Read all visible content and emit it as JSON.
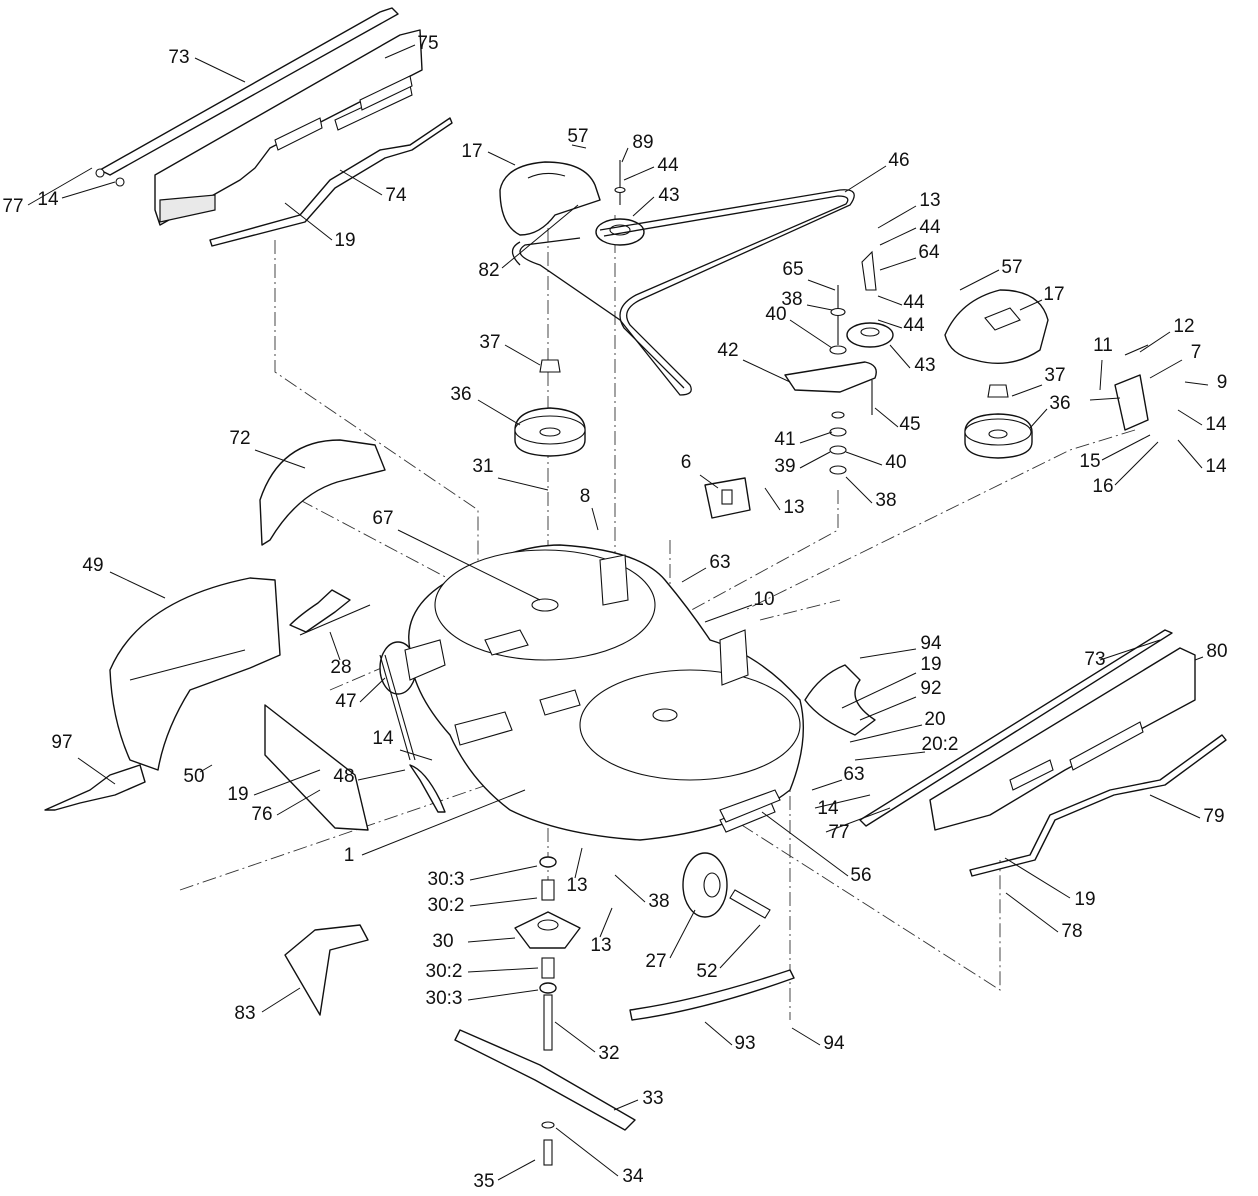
{
  "diagram": {
    "type": "exploded parts diagram",
    "callouts": [
      {
        "label": "73"
      },
      {
        "label": "75"
      },
      {
        "label": "77"
      },
      {
        "label": "14"
      },
      {
        "label": "74"
      },
      {
        "label": "19"
      },
      {
        "label": "57"
      },
      {
        "label": "89"
      },
      {
        "label": "17"
      },
      {
        "label": "44"
      },
      {
        "label": "43"
      },
      {
        "label": "82"
      },
      {
        "label": "46"
      },
      {
        "label": "13"
      },
      {
        "label": "44"
      },
      {
        "label": "64"
      },
      {
        "label": "65"
      },
      {
        "label": "57"
      },
      {
        "label": "17"
      },
      {
        "label": "38"
      },
      {
        "label": "44"
      },
      {
        "label": "44"
      },
      {
        "label": "40"
      },
      {
        "label": "12"
      },
      {
        "label": "37"
      },
      {
        "label": "42"
      },
      {
        "label": "43"
      },
      {
        "label": "11"
      },
      {
        "label": "7"
      },
      {
        "label": "37"
      },
      {
        "label": "9"
      },
      {
        "label": "36"
      },
      {
        "label": "36"
      },
      {
        "label": "45"
      },
      {
        "label": "14"
      },
      {
        "label": "72"
      },
      {
        "label": "41"
      },
      {
        "label": "40"
      },
      {
        "label": "15"
      },
      {
        "label": "14"
      },
      {
        "label": "39"
      },
      {
        "label": "6"
      },
      {
        "label": "16"
      },
      {
        "label": "31"
      },
      {
        "label": "38"
      },
      {
        "label": "8"
      },
      {
        "label": "13"
      },
      {
        "label": "67"
      },
      {
        "label": "49"
      },
      {
        "label": "63"
      },
      {
        "label": "10"
      },
      {
        "label": "28"
      },
      {
        "label": "94"
      },
      {
        "label": "73"
      },
      {
        "label": "80"
      },
      {
        "label": "19"
      },
      {
        "label": "92"
      },
      {
        "label": "47"
      },
      {
        "label": "14"
      },
      {
        "label": "20"
      },
      {
        "label": "97"
      },
      {
        "label": "20:2"
      },
      {
        "label": "50"
      },
      {
        "label": "48"
      },
      {
        "label": "19"
      },
      {
        "label": "63"
      },
      {
        "label": "14"
      },
      {
        "label": "79"
      },
      {
        "label": "76"
      },
      {
        "label": "77"
      },
      {
        "label": "1"
      },
      {
        "label": "30:3"
      },
      {
        "label": "13"
      },
      {
        "label": "56"
      },
      {
        "label": "19"
      },
      {
        "label": "30:2"
      },
      {
        "label": "38"
      },
      {
        "label": "30"
      },
      {
        "label": "13"
      },
      {
        "label": "78"
      },
      {
        "label": "30:2"
      },
      {
        "label": "27"
      },
      {
        "label": "52"
      },
      {
        "label": "83"
      },
      {
        "label": "30:3"
      },
      {
        "label": "93"
      },
      {
        "label": "94"
      },
      {
        "label": "32"
      },
      {
        "label": "33"
      },
      {
        "label": "35"
      },
      {
        "label": "34"
      }
    ]
  }
}
